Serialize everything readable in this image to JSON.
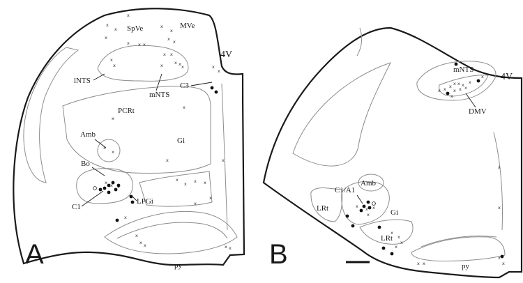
{
  "panels": [
    {
      "letter": "A",
      "labels": {
        "spve": "SpVe",
        "mve": "MVe",
        "fourth_ventricle": "4V",
        "lnts": "lNTS",
        "mnts": "mNTS",
        "c3": "C3",
        "pcrt": "PCRt",
        "gi": "Gi",
        "amb": "Amb",
        "bo": "Bo",
        "c1": "C1",
        "lpgi": "LPGi",
        "py": "py"
      }
    },
    {
      "letter": "B",
      "labels": {
        "mnts": "mNTS",
        "fourth_ventricle": "4V",
        "dmv": "DMV",
        "amb": "Amb",
        "c1a1": "C1/A1",
        "lrt_left": "LRt",
        "gi": "Gi",
        "lrt_bottom": "LRt",
        "py": "py"
      }
    }
  ],
  "legend_symbols": {
    "cross": "x",
    "filled": "filled-circle-marker",
    "open": "open-circle-marker"
  }
}
